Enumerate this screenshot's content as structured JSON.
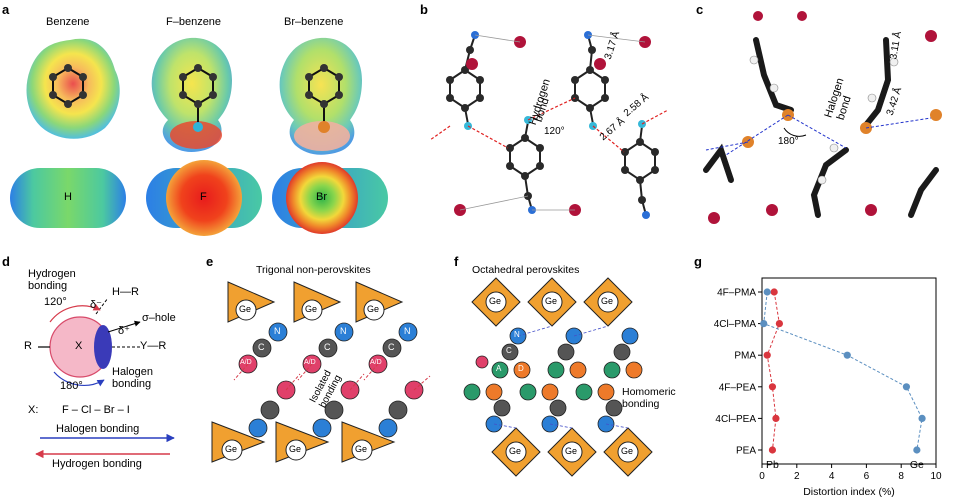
{
  "panels": {
    "a": {
      "label": "a",
      "molecules": [
        "Benzene",
        "F–benzene",
        "Br–benzene"
      ],
      "bottom_labels": [
        "H",
        "F",
        "Br"
      ],
      "colors": {
        "red": "#e02020",
        "yellow": "#f4e23a",
        "green": "#4cc24c",
        "blue": "#2c7fe6"
      }
    },
    "b": {
      "label": "b",
      "annotations": [
        "3.17 Å",
        "Hydrogen",
        "bond",
        "120°",
        "2.58 Å",
        "2.67 Å"
      ]
    },
    "c": {
      "label": "c",
      "annotations": [
        "3.11 Å",
        "Halogen",
        "bond",
        "3.42 Å",
        "180°"
      ]
    },
    "d": {
      "label": "d",
      "hydrogen_bonding": "Hydrogen\nbonding",
      "hb_angle": "120°",
      "delta_minus": "δ⁻",
      "delta_plus": "δ⁺",
      "hr": "H—R",
      "sigma_hole": "σ–hole",
      "r_left": "R",
      "x": "X",
      "yr": "Y—R",
      "xb_angle": "180°",
      "halogen_bonding": "Halogen\nbonding",
      "series_label": "X:",
      "series": "F – Cl – Br – I",
      "arrow1": "Halogen bonding",
      "arrow2": "Hydrogen bonding"
    },
    "e": {
      "label": "e",
      "title": "Trigonal non-perovskites",
      "atom_ge": "Ge",
      "atom_n": "N",
      "atom_c": "C",
      "atom_ad": "A/D",
      "isolated": "Isolated\nbonding"
    },
    "f": {
      "label": "f",
      "title": "Octahedral perovskites",
      "atom_ge": "Ge",
      "atom_n": "N",
      "atom_c": "C",
      "atom_a": "A",
      "atom_d": "D",
      "homomeric": "Homomeric\nbonding"
    },
    "g": {
      "label": "g"
    }
  },
  "chart_data": {
    "type": "scatter",
    "categories": [
      "4F–PMA",
      "4Cl–PMA",
      "PMA",
      "4F–PEA",
      "4Cl–PEA",
      "PEA"
    ],
    "series": [
      {
        "name": "Pb",
        "color": "#d9363e",
        "values": [
          0.7,
          1.0,
          0.3,
          0.6,
          0.8,
          0.6
        ]
      },
      {
        "name": "Ge",
        "color": "#5b8fc0",
        "values": [
          0.3,
          0.1,
          4.9,
          8.3,
          9.2,
          8.9
        ]
      }
    ],
    "xlabel": "Distortion index (%)",
    "xlim": [
      0,
      10
    ],
    "xticks": [
      "0",
      "2",
      "4",
      "6",
      "8",
      "10"
    ],
    "ylabel": "",
    "grid": false
  }
}
